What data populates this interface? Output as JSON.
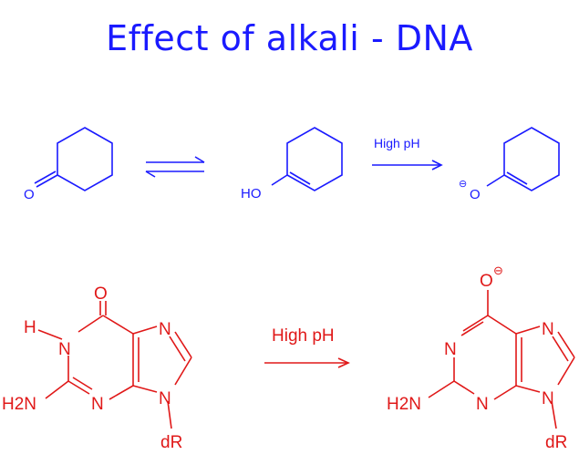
{
  "title": "Effect of alkali - DNA",
  "colors": {
    "title": "#1a1aff",
    "blue": "#1a1aff",
    "red": "#e01818"
  },
  "top_row": {
    "ketone_o": "O",
    "enol_oh": "HO",
    "arrow_label": "High pH",
    "enolate_charge": "⊖",
    "enolate_o": "O"
  },
  "bottom_row": {
    "guanine": {
      "o": "O",
      "h": "H",
      "n1": "N",
      "n3": "N",
      "n7": "N",
      "n9": "N",
      "nh2": "H2N",
      "dr": "dR"
    },
    "arrow_label": "High pH",
    "product": {
      "o": "O",
      "charge": "⊖",
      "n1": "N",
      "n3": "N",
      "n7": "N",
      "n9": "N",
      "nh2": "H2N",
      "dr": "dR"
    }
  }
}
